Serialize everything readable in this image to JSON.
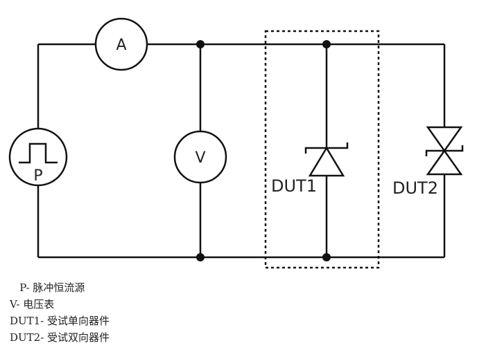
{
  "diagram": {
    "ammeter_label": "A",
    "voltmeter_label": "V",
    "source_label": "P",
    "dut1_label": "DUT1",
    "dut2_label": "DUT2"
  },
  "legend": [
    "   P- 脉冲恒流源",
    "V- 电压表",
    "DUT1- 受试单向器件",
    "DUT2- 受试双向器件"
  ]
}
